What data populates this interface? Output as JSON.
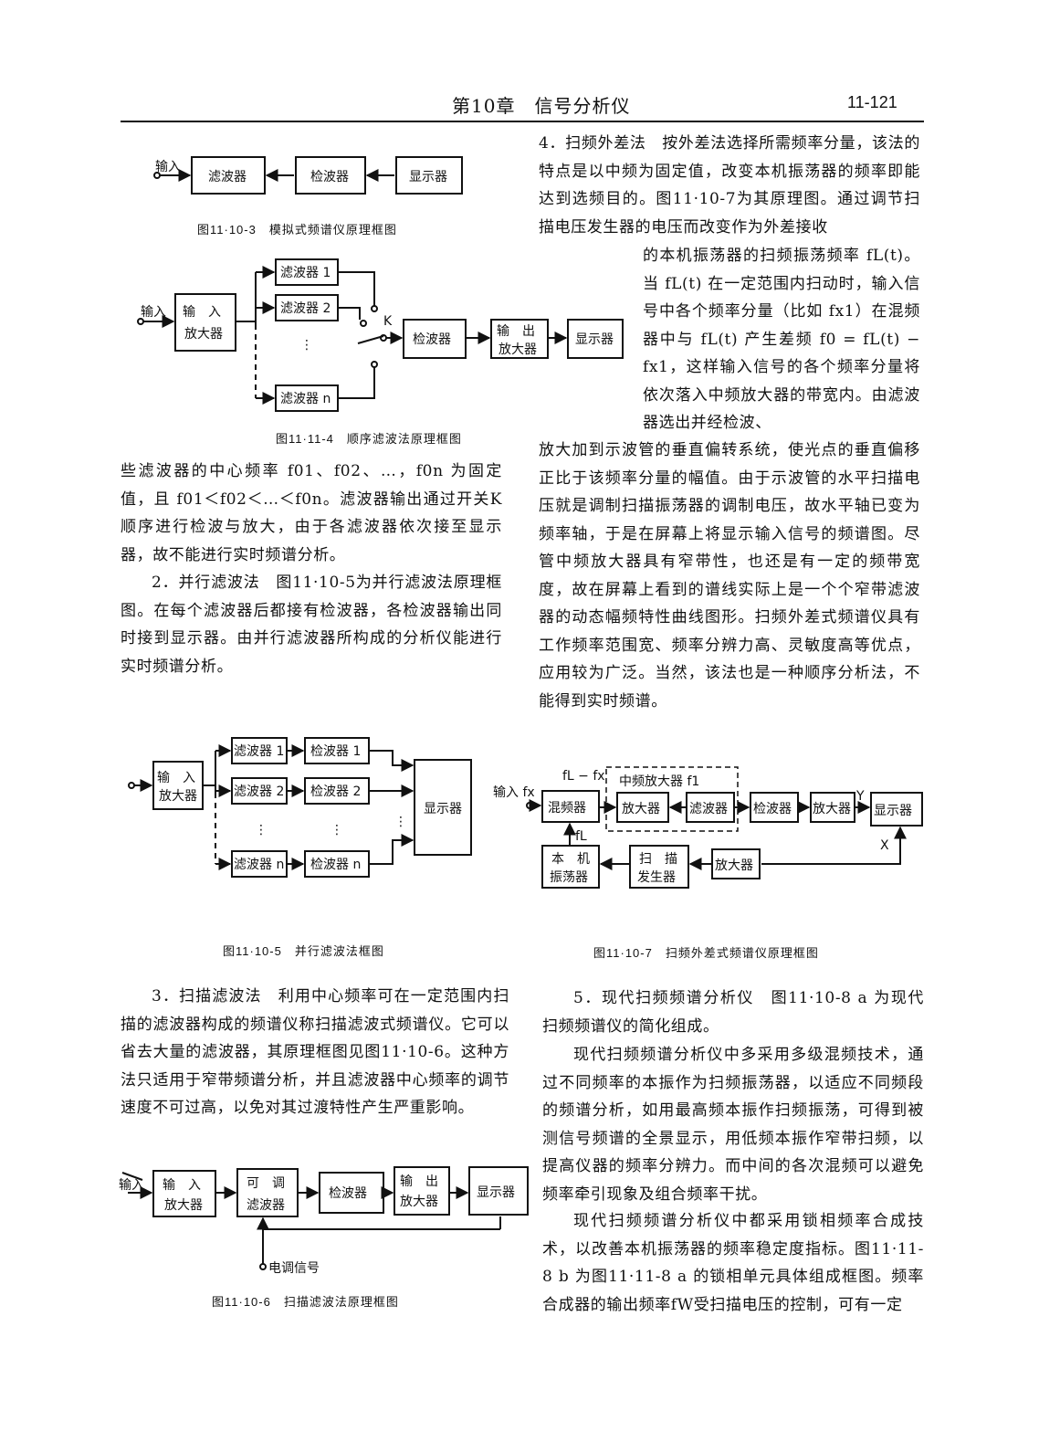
{
  "header": {
    "chapter": "第10章　信号分析仪",
    "page": "11-121"
  },
  "fig3": {
    "input": "输入",
    "filter": "滤波器",
    "detector": "检波器",
    "display": "显示器",
    "caption": "图11·10-3　模拟式频谱仪原理框图"
  },
  "fig4": {
    "input": "输入",
    "amp_l1": "输　入",
    "amp_l2": "放大器",
    "filter1": "滤波器 1",
    "filter2": "滤波器 2",
    "filtern": "滤波器 n",
    "switch": "K",
    "detector": "检波器",
    "outamp_l1": "输　出",
    "outamp_l2": "放大器",
    "display": "显示器",
    "dots": "⋮",
    "caption": "图11·11-4　顺序滤波法原理框图"
  },
  "fig5": {
    "amp_l1": "输　入",
    "amp_l2": "放大器",
    "filter1": "滤波器 1",
    "filter2": "滤波器 2",
    "filtern": "滤波器 n",
    "det1": "检波器 1",
    "det2": "检波器 2",
    "detn": "检波器 n",
    "display": "显示器",
    "dots": "⋮",
    "caption": "图11·10-5　并行滤波法框图"
  },
  "fig6": {
    "input": "输入",
    "amp_l1": "输　入",
    "amp_l2": "放大器",
    "tun_l1": "可　调",
    "tun_l2": "滤波器",
    "detector": "检波器",
    "out_l1": "输　出",
    "out_l2": "放大器",
    "display": "显示器",
    "ctrl": "电调信号",
    "caption": "图11·10-6　扫描滤波法原理框图"
  },
  "fig7": {
    "input": "输入 fx",
    "fl_fx": "fL − fx",
    "if_label": "中频放大器 f1",
    "mixer": "混频器",
    "amp": "放大器",
    "filter": "滤波器",
    "detector": "检波器",
    "amp2": "放大器",
    "display": "显示器",
    "y": "Y",
    "x": "X",
    "fl": "fL",
    "lo_l1": "本　机",
    "lo_l2": "振荡器",
    "sw_l1": "扫　描",
    "sw_l2": "发生器",
    "amp3": "放大器",
    "caption": "图11·10-7　扫频外差式频谱仪原理框图"
  },
  "text": {
    "p4_a": "4．扫频外差法　按外差法选择所需频率分量，该法的特点是以中频为固定值，改变本机振荡器的频率即能达到选频目的。图11·10-7为其原理图。通过调节扫描电压发生器的电压而改变作为外差接收",
    "p4_b": "的本机振荡器的扫频振荡频率 fL(t)。当 fL(t) 在一定范围内扫动时，输入信号中各个频率分量（比如 fx1）在混频器中与 fL(t) 产生差频 f0 = fL(t) − fx1，这样输入信号的各个频率分量将依次落入中频放大器的带宽内。由滤波器选出并经检波、",
    "p4_c": "放大加到示波管的垂直偏转系统，使光点的垂直偏移正比于该频率分量的幅值。由于示波管的水平扫描电压就是调制扫描振荡器的调制电压，故水平轴已变为频率轴，于是在屏幕上将显示输入信号的频谱图。尽管中频放大器具有窄带性，也还是有一定的频带宽度，故在屏幕上看到的谱线实际上是一个个窄带滤波器的动态幅频特性曲线图形。扫频外差式频谱仪具有工作频率范围宽、频率分辨力高、灵敏度高等优点，应用较为广泛。当然，该法也是一种顺序分析法，不能得到实时频谱。",
    "p_left1": "些滤波器的中心频率 f01、f02、…，f0n 为固定值，且 f01＜f02＜…＜f0n。滤波器输出通过开关K顺序进行检波与放大，由于各滤波器依次接至显示器，故不能进行实时频谱分析。",
    "p_left2": "2．并行滤波法　图11·10-5为并行滤波法原理框图。在每个滤波器后都接有检波器，各检波器输出同时接到显示器。由并行滤波器所构成的分析仪能进行实时频谱分析。",
    "p_left3": "3．扫描滤波法　利用中心频率可在一定范围内扫描的滤波器构成的频谱仪称扫描滤波式频谱仪。它可以省去大量的滤波器，其原理框图见图11·10-6。这种方法只适用于窄带频谱分析，并且滤波器中心频率的调节速度不可过高，以免对其过渡特性产生严重影响。",
    "p5_1": "5．现代扫频频谱分析仪　图11·10-8 a 为现代扫频频谱仪的简化组成。",
    "p5_2": "现代扫频频谱分析仪中多采用多级混频技术，通过不同频率的本振作为扫频振荡器，以适应不同频段的频谱分析，如用最高频本振作扫频振荡，可得到被测信号频谱的全景显示，用低频本振作窄带扫频，以提高仪器的频率分辨力。而中间的各次混频可以避免频率牵引现象及组合频率干扰。",
    "p5_3": "现代扫频频谱分析仪中都采用锁相频率合成技术，以改善本机振荡器的频率稳定度指标。图11·11-8 b 为图11·11-8 a 的锁相单元具体组成框图。频率合成器的输出频率fW受扫描电压的控制，可有一定"
  }
}
